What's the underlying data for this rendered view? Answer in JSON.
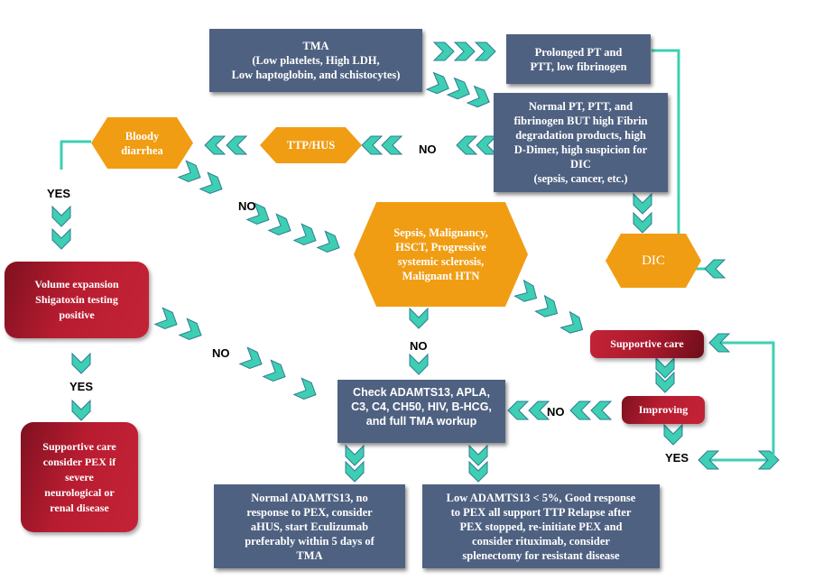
{
  "diagram": {
    "title": "TMA diagnostic and treatment algorithm",
    "colors": {
      "process_box": "#4f6181",
      "decision_hexagon": "#f09d14",
      "treatment_box": "#b81c30",
      "arrow": "#3ecfb2",
      "arrow_outline": "#2f7d96",
      "text_on_shape": "#ffffff",
      "edge_label": "#000000"
    },
    "nodes": {
      "tma": {
        "lines": [
          "TMA",
          "(Low platelets, High LDH,",
          "Low haptoglobin, and schistocytes)"
        ]
      },
      "prolonged_pt": {
        "lines": [
          "Prolonged PT and",
          "PTT, low fibrinogen"
        ]
      },
      "normal_pt": {
        "lines": [
          "Normal PT, PTT, and",
          "fibrinogen BUT high Fibrin",
          "degradation products, high",
          "D-Dimer, high suspicion for",
          "DIC",
          "(sepsis, cancer, etc.)"
        ]
      },
      "ttp_hus": {
        "lines": [
          "TTP/HUS"
        ]
      },
      "bloody_diarrhea": {
        "lines": [
          "Bloody",
          "diarrhea"
        ]
      },
      "dic": {
        "lines": [
          "DIC"
        ]
      },
      "sepsis_malignancy": {
        "lines": [
          "Sepsis, Malignancy,",
          "HSCT, Progressive",
          "systemic sclerosis,",
          "Malignant HTN"
        ]
      },
      "volume_expansion": {
        "lines": [
          "Volume expansion",
          "Shigatoxin testing",
          "positive"
        ]
      },
      "supportive_care_pex": {
        "lines": [
          "Supportive care",
          "consider PEX if",
          "severe",
          "neurological or",
          "renal disease"
        ]
      },
      "check_adamts13": {
        "lines": [
          "Check ADAMTS13, APLA,",
          "C3, C4, CH50, HIV, B-HCG,",
          "and full TMA workup"
        ]
      },
      "supportive_care": {
        "lines": [
          "Supportive care"
        ]
      },
      "improving": {
        "lines": [
          "Improving"
        ]
      },
      "normal_adamts13": {
        "lines": [
          "Normal ADAMTS13, no",
          "response to PEX, consider",
          "aHUS, start Eculizumab",
          "preferably within 5 days of",
          "TMA"
        ]
      },
      "low_adamts13": {
        "lines": [
          "Low ADAMTS13 < 5%, Good response",
          "to PEX all support TTP Relapse after",
          "PEX stopped, re-initiate PEX and",
          "consider rituximab, consider",
          "splenectomy for resistant disease"
        ]
      }
    },
    "edge_labels": {
      "normal_to_ttp": "NO",
      "bloody_yes": "YES",
      "bloody_no": "NO",
      "volume_no": "NO",
      "volume_yes": "YES",
      "sepsis_no": "NO",
      "improving_no": "NO",
      "improving_yes": "YES"
    },
    "edges": [
      {
        "from": "tma",
        "to": "prolonged_pt",
        "label": ""
      },
      {
        "from": "tma",
        "to": "normal_pt",
        "label": ""
      },
      {
        "from": "prolonged_pt",
        "to": "dic",
        "label": ""
      },
      {
        "from": "normal_pt",
        "to": "dic",
        "label": ""
      },
      {
        "from": "normal_pt",
        "to": "ttp_hus",
        "label": "NO"
      },
      {
        "from": "ttp_hus",
        "to": "bloody_diarrhea",
        "label": ""
      },
      {
        "from": "bloody_diarrhea",
        "to": "volume_expansion",
        "label": "YES"
      },
      {
        "from": "bloody_diarrhea",
        "to": "sepsis_malignancy",
        "label": "NO"
      },
      {
        "from": "volume_expansion",
        "to": "supportive_care_pex",
        "label": "YES"
      },
      {
        "from": "volume_expansion",
        "to": "check_adamts13",
        "label": "NO"
      },
      {
        "from": "sepsis_malignancy",
        "to": "check_adamts13",
        "label": "NO"
      },
      {
        "from": "sepsis_malignancy",
        "to": "supportive_care",
        "label": ""
      },
      {
        "from": "supportive_care",
        "to": "improving",
        "label": ""
      },
      {
        "from": "improving",
        "to": "check_adamts13",
        "label": "NO"
      },
      {
        "from": "improving",
        "to": "supportive_care",
        "label": "YES"
      },
      {
        "from": "check_adamts13",
        "to": "normal_adamts13",
        "label": ""
      },
      {
        "from": "check_adamts13",
        "to": "low_adamts13",
        "label": ""
      }
    ]
  }
}
